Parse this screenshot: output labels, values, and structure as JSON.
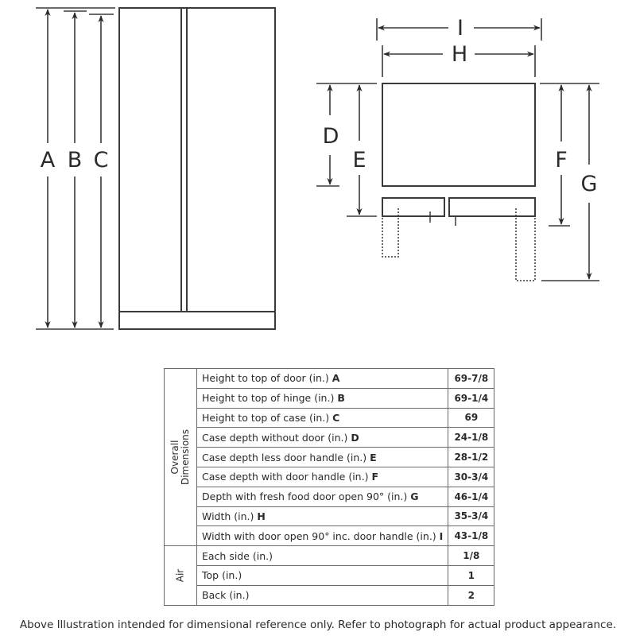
{
  "diagram": {
    "front_view": {
      "labels": [
        "A",
        "B",
        "C"
      ],
      "description": "Front view of side-by-side refrigerator with height dimensions"
    },
    "top_view": {
      "labels": {
        "I": "I",
        "H": "H",
        "D": "D",
        "E": "E",
        "F": "F",
        "G": "G"
      },
      "description": "Top view showing depth and width dimensions with doors open 90 degrees (dotted)"
    },
    "colors": {
      "line": "#3a3a3a",
      "text": "#2b2b2b",
      "background": "#ffffff"
    }
  },
  "table": {
    "groups": [
      {
        "label_line1": "Overall",
        "label_line2": "Dimensions",
        "rows": [
          {
            "desc": "Height to top of door (in.)",
            "letter": "A",
            "value": "69-7/8"
          },
          {
            "desc": "Height to top of hinge (in.)",
            "letter": "B",
            "value": "69-1/4"
          },
          {
            "desc": "Height to top of case (in.)",
            "letter": "C",
            "value": "69"
          },
          {
            "desc": "Case depth without door (in.)",
            "letter": "D",
            "value": "24-1/8"
          },
          {
            "desc": "Case depth less door handle (in.)",
            "letter": "E",
            "value": "28-1/2"
          },
          {
            "desc": "Case depth with door handle (in.)",
            "letter": "F",
            "value": "30-3/4"
          },
          {
            "desc": "Depth with fresh food door open 90° (in.)",
            "letter": "G",
            "value": "46-1/4"
          },
          {
            "desc": "Width (in.)",
            "letter": "H",
            "value": "35-3/4"
          },
          {
            "desc": "Width with door open 90° inc. door handle (in.)",
            "letter": "I",
            "value": "43-1/8"
          }
        ]
      },
      {
        "label_line1": "Air",
        "label_line2": "",
        "rows": [
          {
            "desc": "Each side (in.)",
            "letter": "",
            "value": "1/8"
          },
          {
            "desc": "Top (in.)",
            "letter": "",
            "value": "1"
          },
          {
            "desc": "Back (in.)",
            "letter": "",
            "value": "2"
          }
        ]
      }
    ]
  },
  "footer": {
    "note": "Above Illustration intended for dimensional reference only. Refer to photograph for actual product appearance."
  }
}
